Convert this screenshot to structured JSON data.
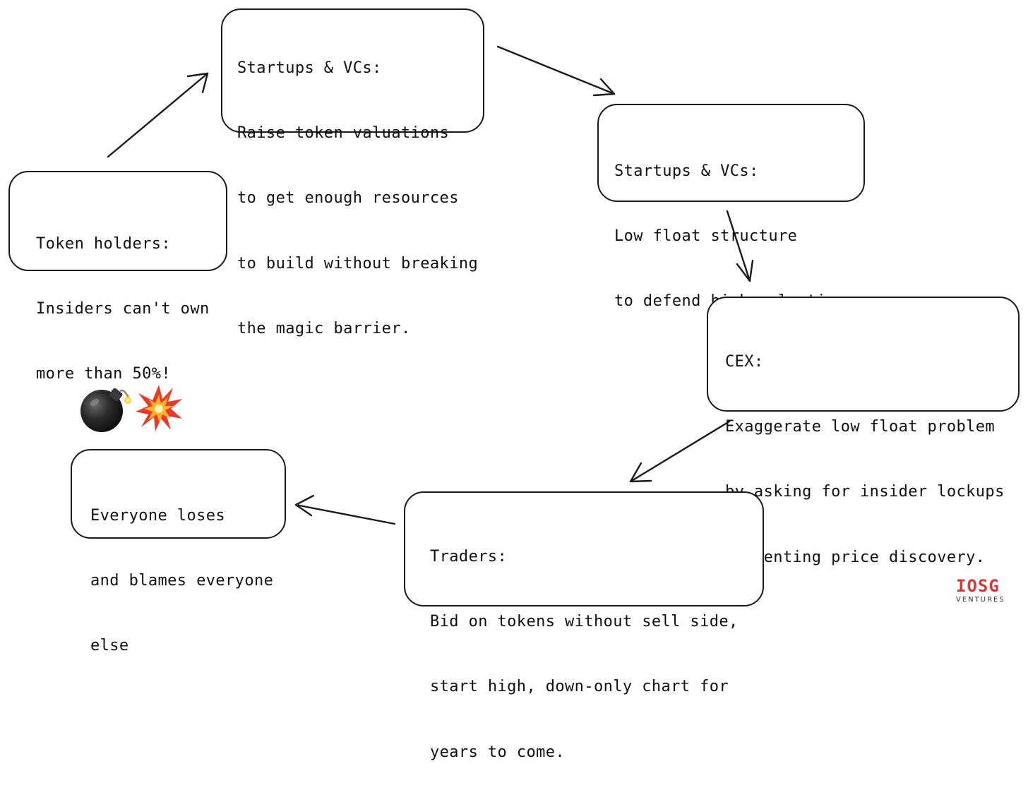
{
  "nodes": {
    "token_holders": {
      "lines": [
        "Token holders:",
        "Insiders can't own",
        "more than 50%!"
      ]
    },
    "startups_raise": {
      "lines": [
        "Startups & VCs:",
        "Raise token valuations",
        "to get enough resources",
        "to build without breaking",
        "the magic barrier."
      ]
    },
    "startups_low_float": {
      "lines": [
        "Startups & VCs:",
        "Low float structure",
        "to defend high valuation."
      ]
    },
    "cex": {
      "lines": [
        "CEX:",
        "Exaggerate low float problem",
        "by asking for insider lockups",
        "preventing price discovery."
      ]
    },
    "traders": {
      "lines": [
        "Traders:",
        "Bid on tokens without sell side,",
        "start high, down-only chart for",
        "years to come."
      ]
    },
    "everyone_loses": {
      "lines": [
        "Everyone loses",
        "and blames everyone",
        "else"
      ]
    }
  },
  "logo": {
    "mark": "IOSG",
    "sub": "VENTURES"
  },
  "colors": {
    "line": "#1a1a1a",
    "logo_accent": "#d43a3a"
  },
  "icons": [
    "bomb-icon",
    "explosion-icon"
  ]
}
